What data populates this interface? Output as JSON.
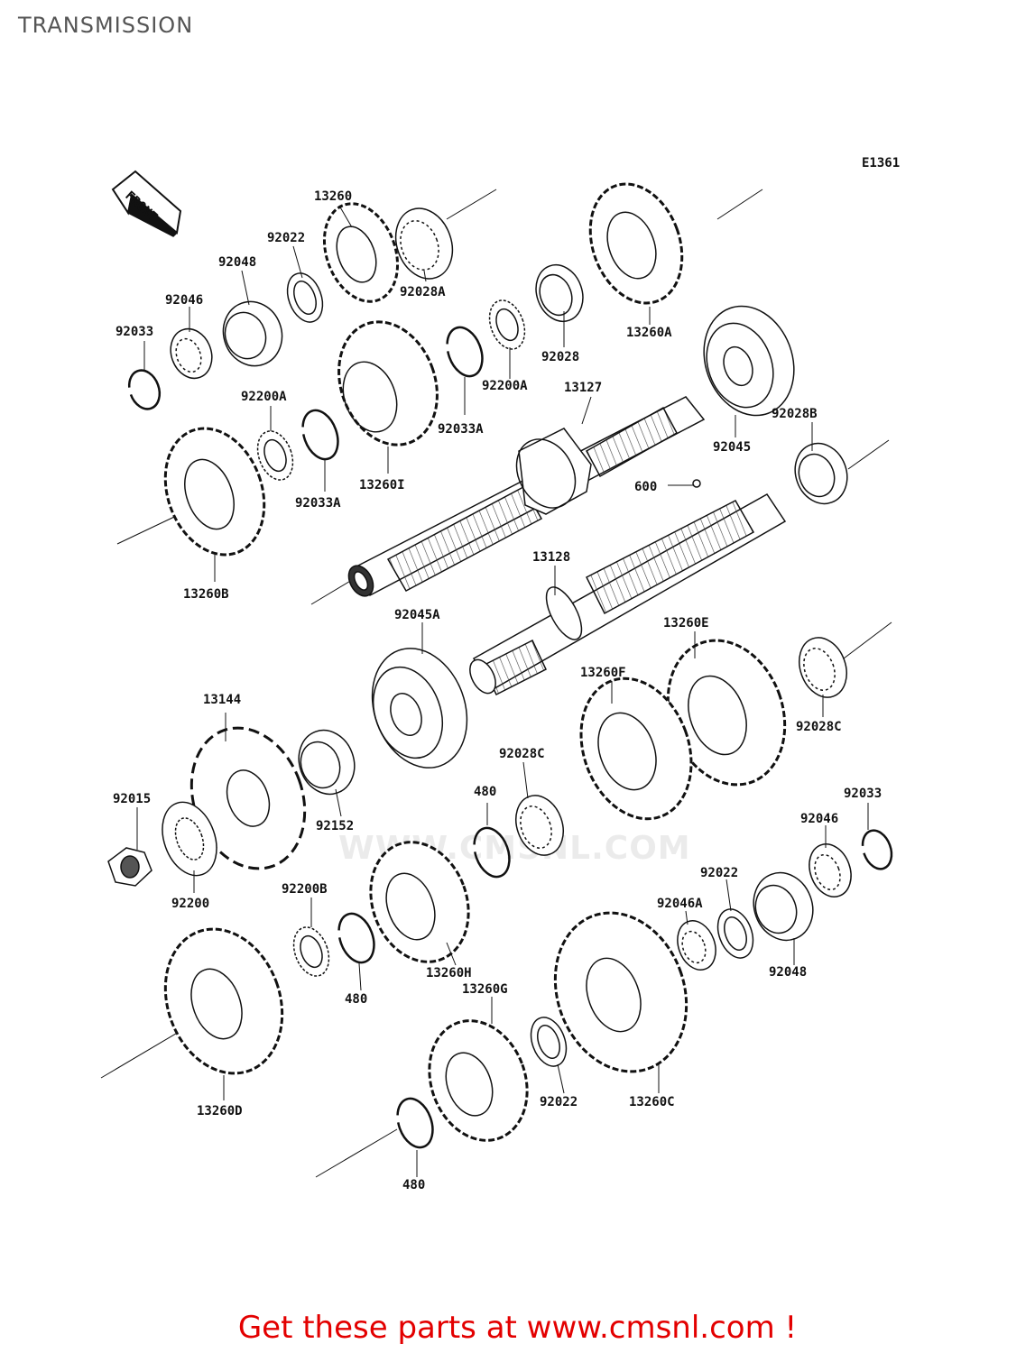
{
  "title": "TRANSMISSION",
  "diagram_code": "E1361",
  "front_label": "FRONT",
  "watermark": "WWW.CMSNL.COM",
  "footer": "Get these parts at www.cmsnl.com !",
  "parts": {
    "p13260": "13260",
    "p92022_top": "92022",
    "p92048_top": "92048",
    "p92046_top": "92046",
    "p92033_top": "92033",
    "p92028A": "92028A",
    "p92028": "92028",
    "p13260A": "13260A",
    "p92200A_top": "92200A",
    "p92033A_mid": "92033A",
    "p13127": "13127",
    "p92045": "92045",
    "p92028B": "92028B",
    "p92200A_left": "92200A",
    "p92033A_left": "92033A",
    "p13260I": "13260I",
    "p13260B": "13260B",
    "p600": "600",
    "p13128": "13128",
    "p92045A": "92045A",
    "p13260E": "13260E",
    "p13260F": "13260F",
    "p92028C_right": "92028C",
    "p13144": "13144",
    "p92028C_mid": "92028C",
    "p480_mid": "480",
    "p92015": "92015",
    "p92152": "92152",
    "p92033_right": "92033",
    "p92046_right": "92046",
    "p92022_right": "92022",
    "p92200": "92200",
    "p92200B": "92200B",
    "p92046A": "92046A",
    "p92048_right": "92048",
    "p480_low": "480",
    "p13260H": "13260H",
    "p13260G": "13260G",
    "p13260D": "13260D",
    "p92022_low": "92022",
    "p13260C": "13260C",
    "p480_bottom": "480"
  }
}
